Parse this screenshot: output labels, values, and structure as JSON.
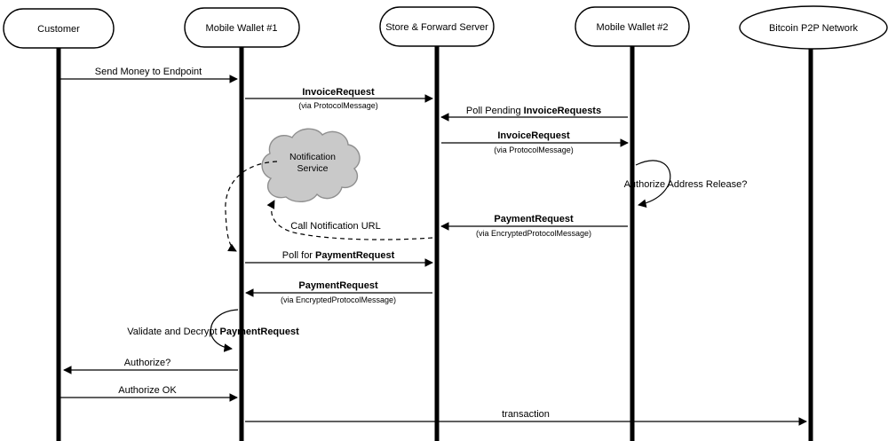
{
  "diagram": {
    "type": "sequence-diagram",
    "actors": [
      {
        "name": "Customer",
        "shape": "stadium"
      },
      {
        "name": "Mobile Wallet #1",
        "shape": "stadium"
      },
      {
        "name": "Store & Forward Server",
        "shape": "stadium"
      },
      {
        "name": "Mobile Wallet #2",
        "shape": "stadium"
      },
      {
        "name": "Bitcoin P2P Network",
        "shape": "ellipse"
      }
    ],
    "cloud": {
      "line1": "Notification",
      "line2": "Service"
    },
    "colors": {
      "line": "#000000",
      "cloud_fill": "#c9c9c9",
      "background": "#ffffff"
    },
    "messages": [
      {
        "text": "Send Money to Endpoint",
        "from": "Customer",
        "to": "Mobile Wallet #1",
        "style": "solid"
      },
      {
        "bold": "InvoiceRequest",
        "via": "(via ProtocolMessage)",
        "from": "Mobile Wallet #1",
        "to": "Store & Forward Server",
        "style": "solid"
      },
      {
        "prefix": "Poll Pending",
        "bold": "InvoiceRequests",
        "from": "Mobile Wallet #2",
        "to": "Store & Forward Server",
        "style": "solid"
      },
      {
        "bold": "InvoiceRequest",
        "via": "(via ProtocolMessage)",
        "from": "Store & Forward Server",
        "to": "Mobile Wallet #2",
        "style": "solid"
      },
      {
        "text": "Authorize Address Release?",
        "from": "Mobile Wallet #2",
        "to": "Mobile Wallet #2",
        "style": "self-loop"
      },
      {
        "bold": "PaymentRequest",
        "via": "(via EncryptedProtocolMessage)",
        "from": "Mobile Wallet #2",
        "to": "Store & Forward Server",
        "style": "solid"
      },
      {
        "text": "Call Notification URL",
        "from": "Store & Forward Server",
        "to": "Notification Service",
        "style": "dashed"
      },
      {
        "text": "",
        "from": "Notification Service",
        "to": "Mobile Wallet #1",
        "style": "dashed"
      },
      {
        "prefix": "Poll for",
        "bold": "PaymentRequest",
        "from": "Mobile Wallet #1",
        "to": "Store & Forward Server",
        "style": "solid"
      },
      {
        "bold": "PaymentRequest",
        "via": "(via EncryptedProtocolMessage)",
        "from": "Store & Forward Server",
        "to": "Mobile Wallet #1",
        "style": "solid"
      },
      {
        "prefix": "Validate and Decrypt",
        "bold": "PaymentRequest",
        "from": "Mobile Wallet #1",
        "to": "Mobile Wallet #1",
        "style": "self-loop"
      },
      {
        "text": "Authorize?",
        "from": "Mobile Wallet #1",
        "to": "Customer",
        "style": "solid"
      },
      {
        "text": "Authorize OK",
        "from": "Customer",
        "to": "Mobile Wallet #1",
        "style": "solid"
      },
      {
        "text": "transaction",
        "from": "Mobile Wallet #1",
        "to": "Bitcoin P2P Network",
        "style": "solid"
      }
    ]
  }
}
